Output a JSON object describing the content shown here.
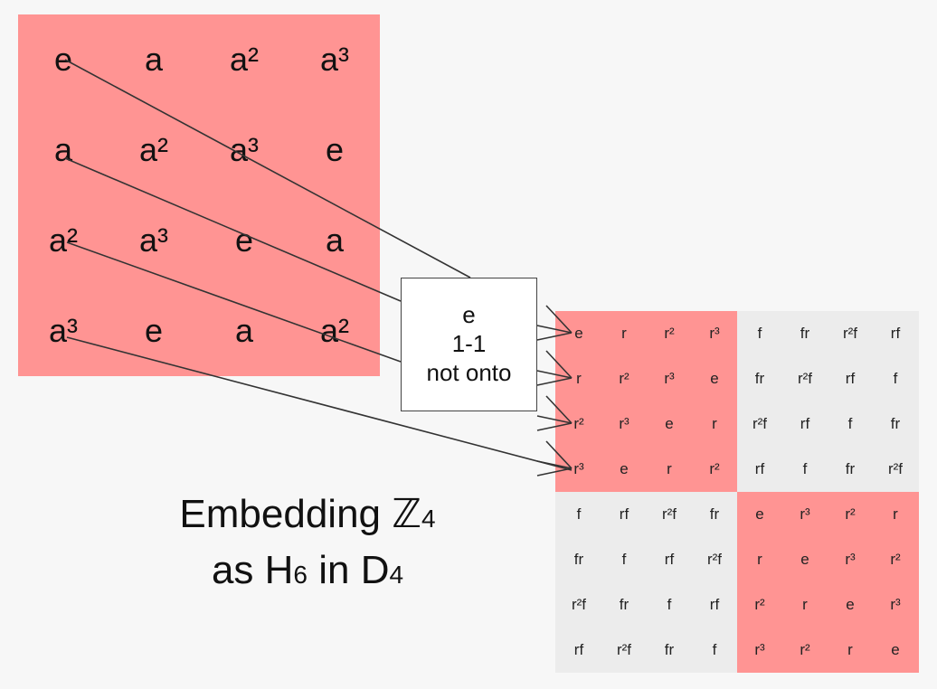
{
  "colors": {
    "highlight": "#ff9493",
    "plain": "#ececec",
    "background": "#f7f7f7"
  },
  "z4_table": [
    [
      "e",
      "a",
      "a²",
      "a³"
    ],
    [
      "a",
      "a²",
      "a³",
      "e"
    ],
    [
      "a²",
      "a³",
      "e",
      "a"
    ],
    [
      "a³",
      "e",
      "a",
      "a²"
    ]
  ],
  "d4_table": [
    [
      "e",
      "r",
      "r²",
      "r³",
      "f",
      "fr",
      "r²f",
      "rf"
    ],
    [
      "r",
      "r²",
      "r³",
      "e",
      "fr",
      "r²f",
      "rf",
      "f"
    ],
    [
      "r²",
      "r³",
      "e",
      "r",
      "r²f",
      "rf",
      "f",
      "fr"
    ],
    [
      "r³",
      "e",
      "r",
      "r²",
      "rf",
      "f",
      "fr",
      "r²f"
    ],
    [
      "f",
      "rf",
      "r²f",
      "fr",
      "e",
      "r³",
      "r²",
      "r"
    ],
    [
      "fr",
      "f",
      "rf",
      "r²f",
      "r",
      "e",
      "r³",
      "r²"
    ],
    [
      "r²f",
      "fr",
      "f",
      "rf",
      "r²",
      "r",
      "e",
      "r³"
    ],
    [
      "rf",
      "r²f",
      "fr",
      "f",
      "r³",
      "r²",
      "r",
      "e"
    ]
  ],
  "map_box": {
    "line1": "e",
    "line2": "1-1",
    "line3": "not onto"
  },
  "caption": {
    "line1_text": "Embedding ",
    "line1_symbol": "ℤ",
    "line1_sub": "4",
    "line2_pre": "as H",
    "line2_sub1": "6",
    "line2_mid": " in D",
    "line2_sub2": "4"
  }
}
